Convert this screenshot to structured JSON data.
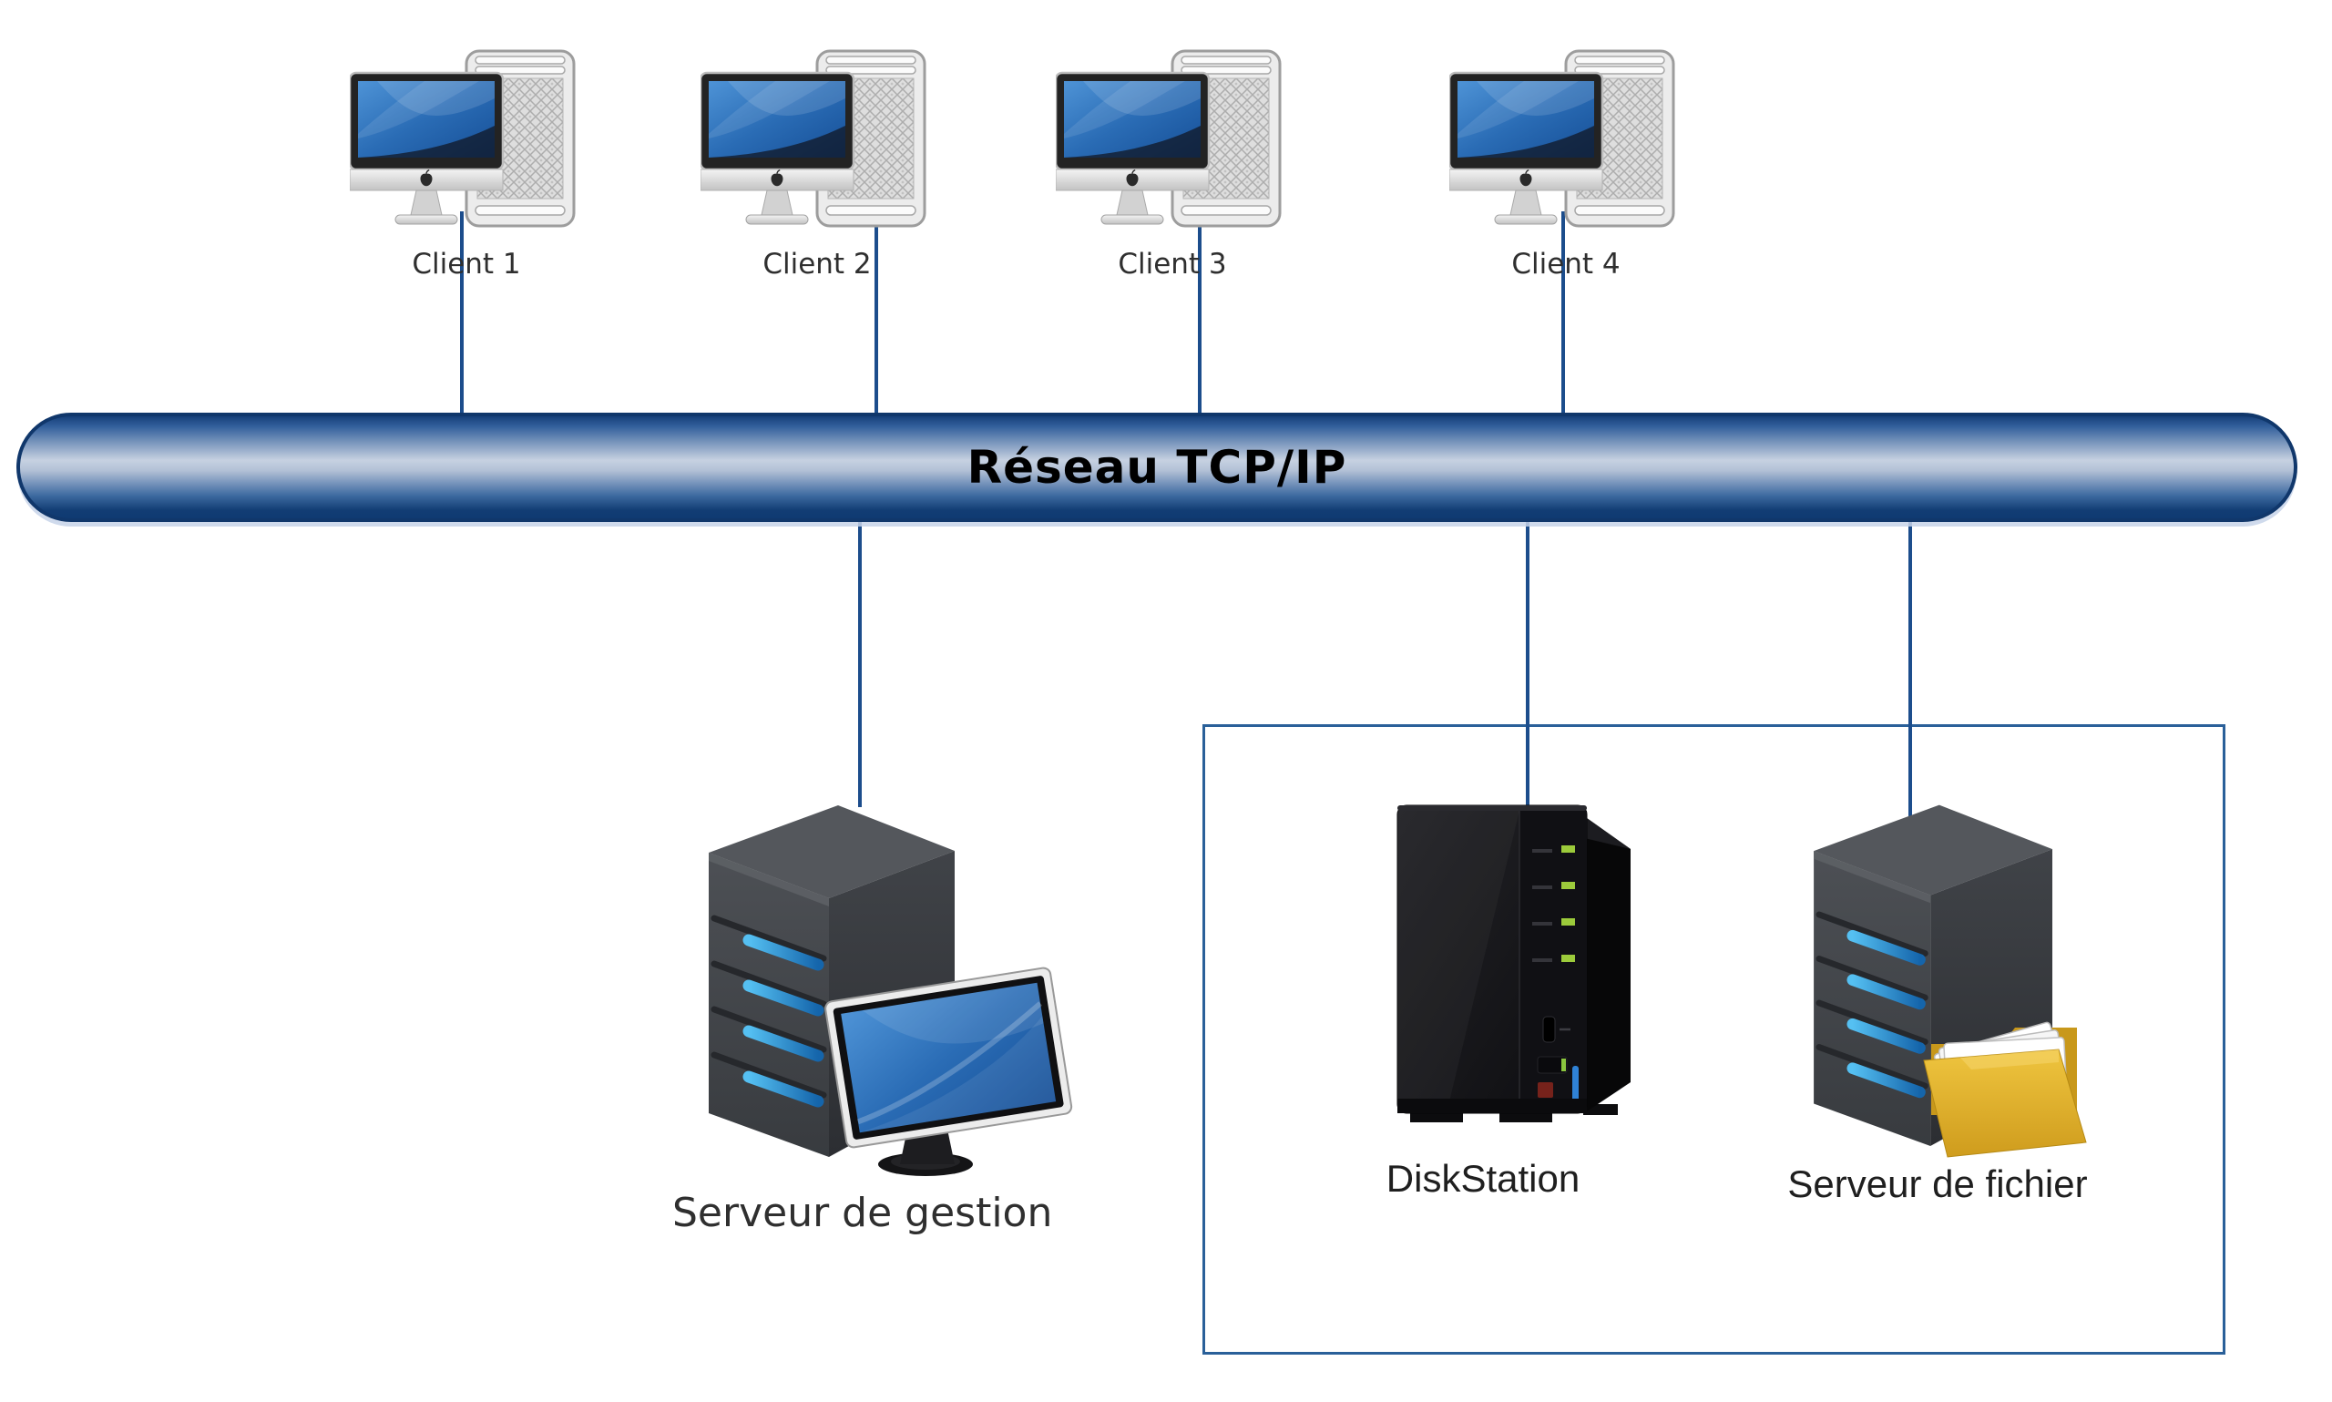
{
  "diagram": {
    "network": {
      "label": "Réseau TCP/IP"
    },
    "clients": [
      {
        "label": "Client 1"
      },
      {
        "label": "Client 2"
      },
      {
        "label": "Client 3"
      },
      {
        "label": "Client 4"
      }
    ],
    "management_server": {
      "label": "Serveur de gestion"
    },
    "storage_group": {
      "nas": {
        "label": "DiskStation"
      },
      "file_server": {
        "label": "Serveur de fichier"
      }
    },
    "icons": {
      "client": "imac-with-macpro-tower",
      "management_server": "server-tower-with-monitor",
      "nas": "synology-diskstation",
      "file_server": "server-tower-with-folder"
    },
    "colors": {
      "connector_blue": "#1c4d8c",
      "bus_border": "#10376b",
      "bus_highlight": "#c6d1e1",
      "bus_dark": "#123c74",
      "group_box_border": "#2a6099",
      "label_color": "#2f2f2f",
      "screen_blue": "#2b72ba",
      "vent_blue": "#2e9be8",
      "folder_yellow": "#dfaf2b",
      "led_green": "#9ccb3b"
    }
  }
}
